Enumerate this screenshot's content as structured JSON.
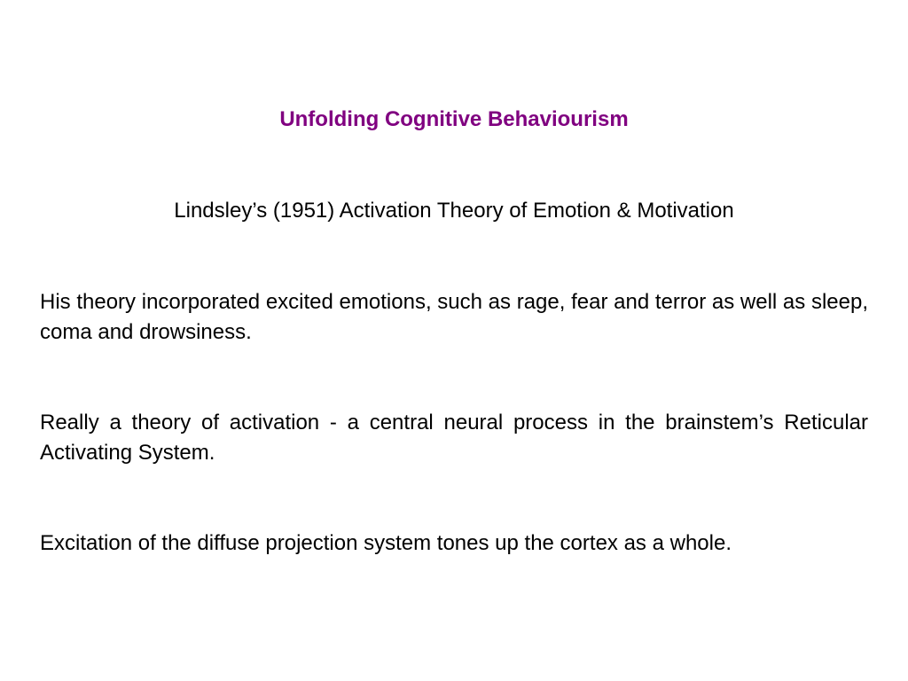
{
  "slide": {
    "title": "Unfolding Cognitive Behaviourism",
    "subtitle": "Lindsley’s (1951) Activation Theory of Emotion & Motivation",
    "paragraphs": [
      "His theory incorporated excited emotions, such as rage, fear and terror as well as sleep, coma and drowsiness.",
      "Really a theory of activation - a central neural process in the brainstem’s Reticular Activating System.",
      "Excitation of the diffuse projection system tones up the cortex as a whole."
    ],
    "title_color": "#800080",
    "text_color": "#000000",
    "background_color": "#ffffff"
  }
}
